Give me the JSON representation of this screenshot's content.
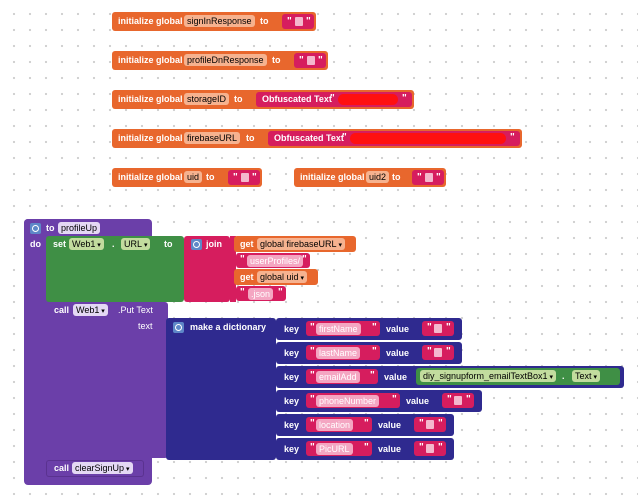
{
  "globals": {
    "initialize_global": "initialize global",
    "to": "to",
    "signIn": "signInResponse",
    "profileDn": "profileDnResponse",
    "storage": "storageID",
    "firebaseURL": "firebaseURL",
    "uid": "uid",
    "uid2": "uid2",
    "obfuscated": "Obfuscated Text",
    "quote": "\""
  },
  "procedure": {
    "to": "to",
    "name": "profileUp",
    "do": "do"
  },
  "setblock": {
    "set": "set",
    "component": "Web1",
    "dot": ".",
    "property": "URL",
    "to": "to",
    "join": "join",
    "get1": "get",
    "get1_var": "global firebaseURL",
    "str1": "userProfiles/",
    "get2": "get",
    "get2_var": "global uid",
    "str2": ".json"
  },
  "callput": {
    "call": "call",
    "component": "Web1",
    "method": ".Put Text",
    "text": "text",
    "make_dict": "make a dictionary",
    "key": "key",
    "value": "value",
    "pairs": [
      {
        "key": "firstName"
      },
      {
        "key": "lastName"
      },
      {
        "key": "emailAdd",
        "value_comp": "diy_signupform_emailTextBox1",
        "value_prop": "Text"
      },
      {
        "key": "phoneNumber"
      },
      {
        "key": "location"
      },
      {
        "key": "PicURL"
      }
    ]
  },
  "callclear": {
    "call": "call",
    "proc": "clearSignUp"
  },
  "colors": {
    "variable": "#e8672d",
    "text": "#d61d5e",
    "procedure": "#6b3fa9",
    "component": "#3f8f45",
    "dictionary": "#2f2a8f"
  }
}
